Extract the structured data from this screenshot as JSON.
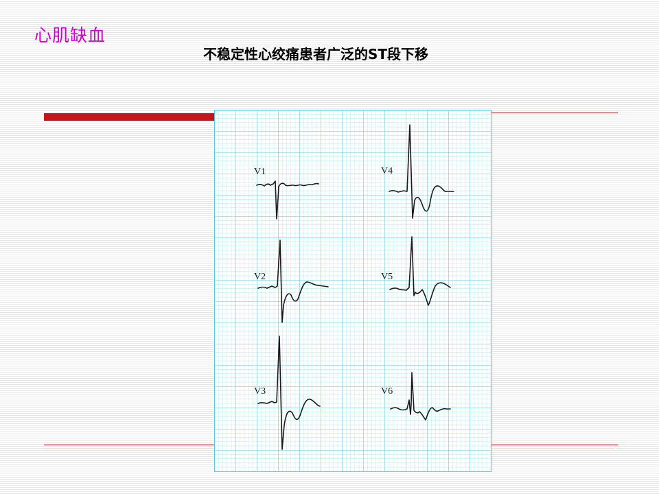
{
  "slide": {
    "title": "心肌缺血",
    "subtitle": "不稳定性心绞痛患者广泛的ST段下移"
  },
  "colors": {
    "title": "#cc00cc",
    "accent_bar": "#c8141c",
    "divider": "#b0202a",
    "grid_minor": "#8fe0ea",
    "grid_major": "#5cc8d8",
    "trace": "#1a1a1a"
  },
  "ecg": {
    "leads": [
      {
        "label": "V1"
      },
      {
        "label": "V2"
      },
      {
        "label": "V3"
      },
      {
        "label": "V4"
      },
      {
        "label": "V5"
      },
      {
        "label": "V6"
      }
    ]
  }
}
